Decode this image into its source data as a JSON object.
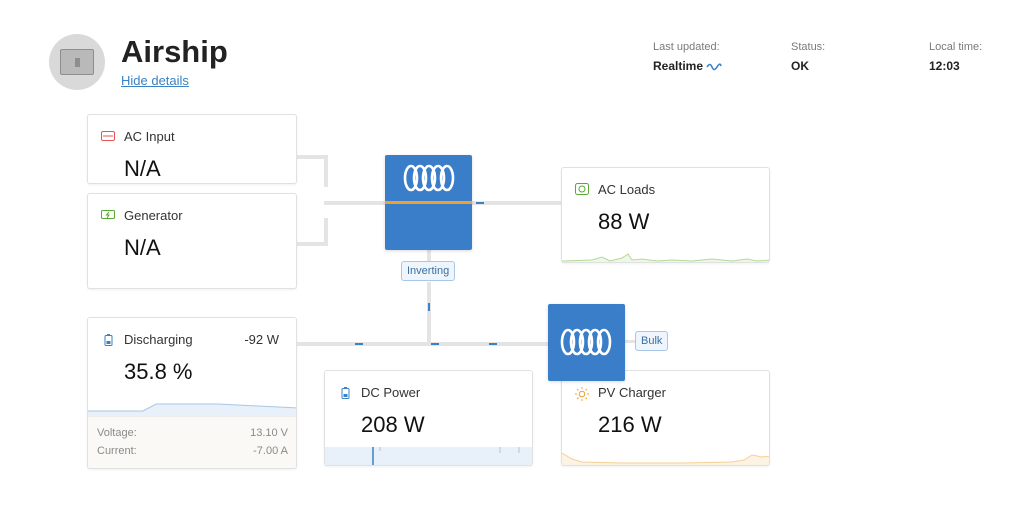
{
  "header": {
    "title": "Airship",
    "hide_details": "Hide details",
    "last_updated_label": "Last updated:",
    "last_updated_value": "Realtime",
    "status_label": "Status:",
    "status_value": "OK",
    "local_time_label": "Local time:",
    "local_time_value": "12:03"
  },
  "ac_input": {
    "label": "AC Input",
    "value": "N/A"
  },
  "generator": {
    "label": "Generator",
    "value": "N/A"
  },
  "battery": {
    "label": "Discharging",
    "power": "-92 W",
    "value": "35.8 %",
    "voltage_label": "Voltage:",
    "voltage_value": "13.10 V",
    "current_label": "Current:",
    "current_value": "-7.00 A"
  },
  "dc_power": {
    "label": "DC Power",
    "value": "208 W"
  },
  "ac_loads": {
    "label": "AC Loads",
    "value": "88 W"
  },
  "pv_charger": {
    "label": "PV Charger",
    "value": "216 W"
  },
  "inverter": {
    "state": "Inverting"
  },
  "mppt": {
    "state": "Bulk"
  },
  "colors": {
    "accent": "#3a82c4",
    "victron_blue": "#3a7ec9",
    "ac_input_icon": "#e55353",
    "generator_icon": "#5aa832",
    "loads_icon": "#5aa832",
    "pv_icon": "#f0a030",
    "inverter_stripe": "#f0a030"
  }
}
